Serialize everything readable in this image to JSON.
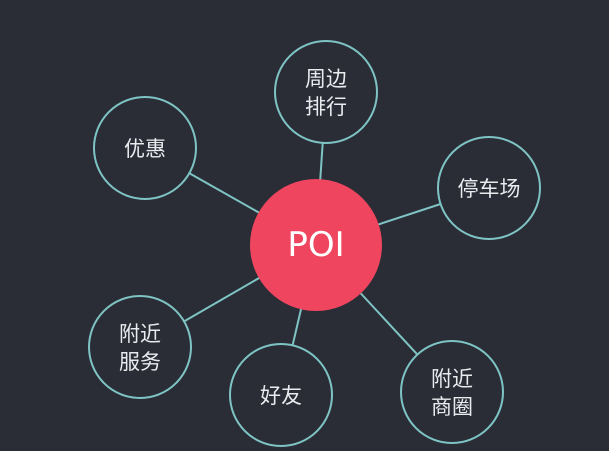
{
  "center": {
    "label": "POI",
    "color": "#f0455f"
  },
  "colors": {
    "background": "#2a2d36",
    "ring": "#7fc4c4",
    "text": "#e9ecef"
  },
  "nodes": [
    {
      "id": "nearby-ranking",
      "lines": [
        "周边",
        "排行"
      ]
    },
    {
      "id": "discount",
      "lines": [
        "优惠"
      ]
    },
    {
      "id": "parking",
      "lines": [
        "停车场"
      ]
    },
    {
      "id": "nearby-service",
      "lines": [
        "附近",
        "服务"
      ]
    },
    {
      "id": "friends",
      "lines": [
        "好友"
      ]
    },
    {
      "id": "nearby-business",
      "lines": [
        "附近",
        "商圈"
      ]
    }
  ]
}
